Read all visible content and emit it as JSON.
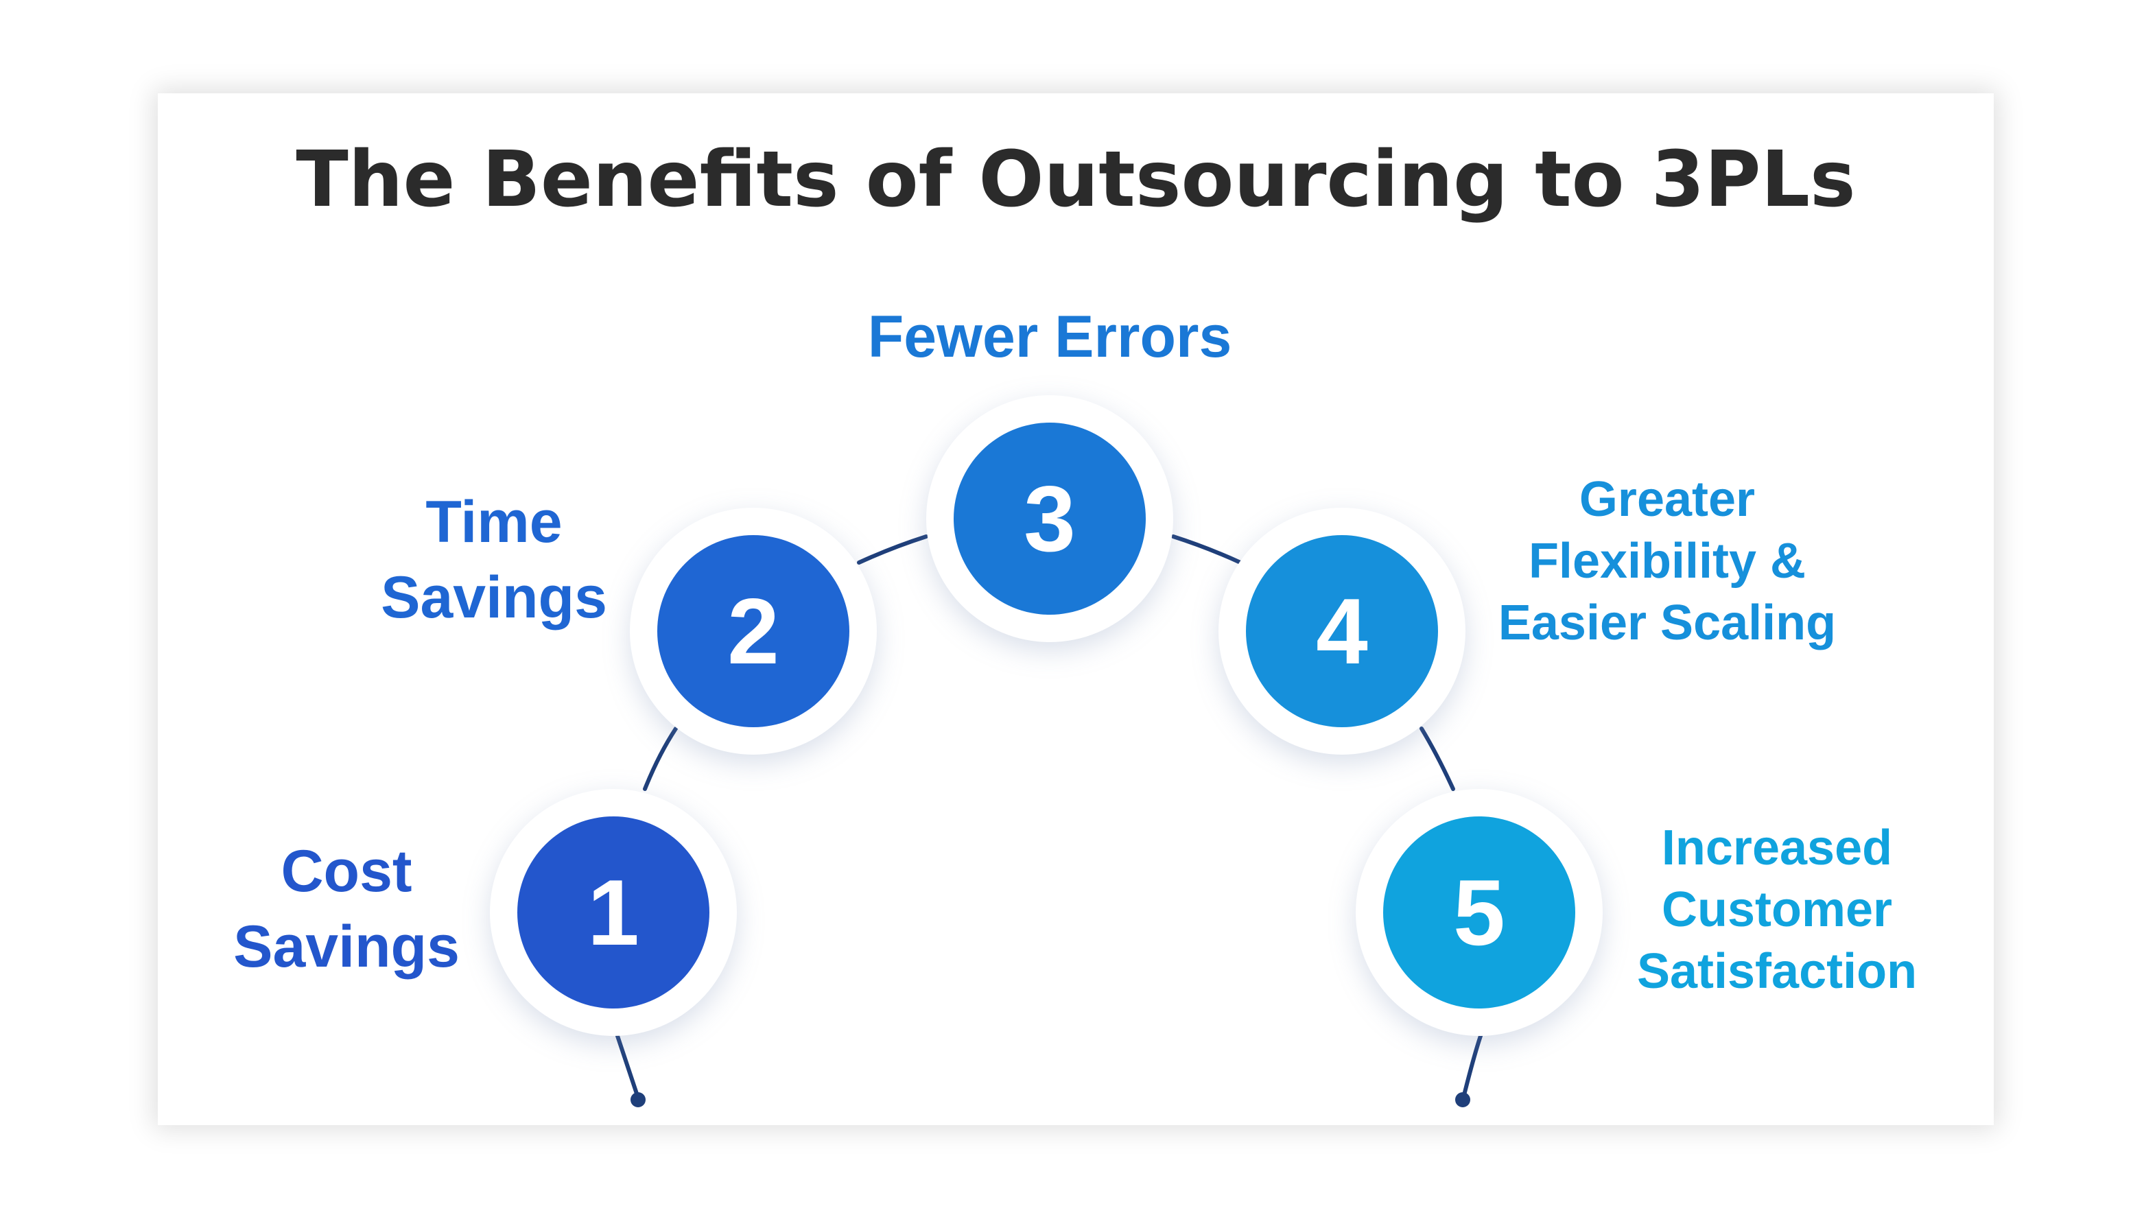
{
  "title": "The Benefits of Outsourcing to 3PLs",
  "colors": {
    "title": "#2b2b2b",
    "connector": "#1f3f7a",
    "step1": "#2356cc",
    "step2": "#1f66d3",
    "step3": "#1a78d6",
    "step4": "#1690db",
    "step5": "#10a3de"
  },
  "steps": [
    {
      "number": "1",
      "label": "Cost\nSavings"
    },
    {
      "number": "2",
      "label": "Time\nSavings"
    },
    {
      "number": "3",
      "label": "Fewer Errors"
    },
    {
      "number": "4",
      "label": "Greater\nFlexibility &\nEasier Scaling"
    },
    {
      "number": "5",
      "label": "Increased\nCustomer\nSatisfaction"
    }
  ]
}
